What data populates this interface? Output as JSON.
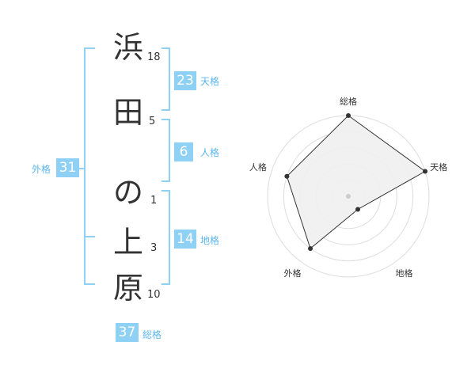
{
  "name_chars": [
    {
      "char": "浜",
      "strokes": "18"
    },
    {
      "char": "田",
      "strokes": "5"
    },
    {
      "char": "の",
      "strokes": "1"
    },
    {
      "char": "上",
      "strokes": "3"
    },
    {
      "char": "原",
      "strokes": "10"
    }
  ],
  "kaku": {
    "tenkaku": {
      "value": "23",
      "label": "天格"
    },
    "jinkaku": {
      "value": "6",
      "label": "人格"
    },
    "chikaku": {
      "value": "14",
      "label": "地格"
    },
    "gaikaku": {
      "value": "31",
      "label": "外格"
    },
    "soukaku": {
      "value": "37",
      "label": "総格"
    }
  },
  "colors": {
    "accent": "#8fd0f5",
    "label": "#5bb6ec",
    "text": "#333333",
    "grid": "#dddddd",
    "fill": "#f0f0f0"
  },
  "chart_data": {
    "type": "radar",
    "axes": [
      "総格",
      "天格",
      "地格",
      "外格",
      "人格"
    ],
    "values": [
      5,
      5,
      1,
      4,
      4
    ],
    "max": 5,
    "rings": 5
  }
}
